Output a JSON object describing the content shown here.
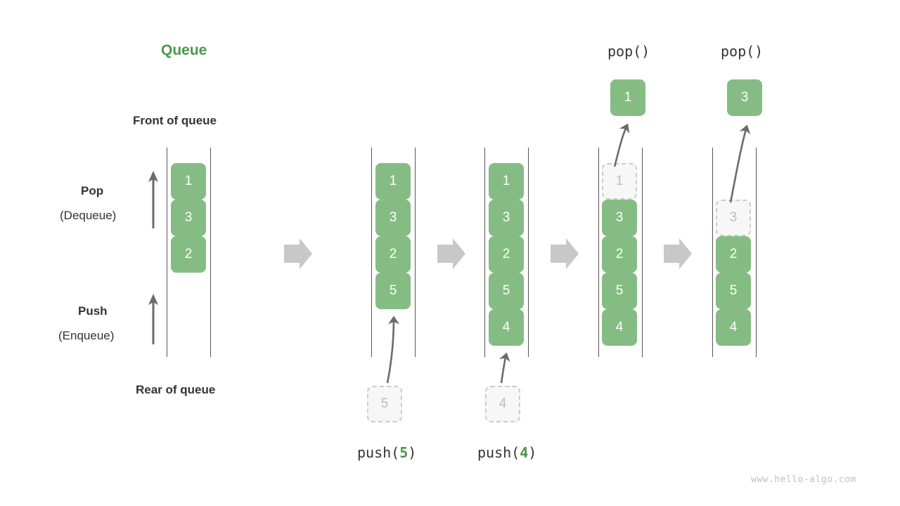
{
  "diagram": {
    "title": "Queue",
    "watermark": "www.hello-algo.com",
    "legend": {
      "front_label": "Front of queue",
      "rear_label": "Rear of queue",
      "pop_label": "Pop",
      "pop_sub_label": "(Dequeue)",
      "push_label": "Push",
      "push_sub_label": "(Enqueue)"
    },
    "colors": {
      "node_green": "#85bc84",
      "title_green": "#4a9949",
      "ghost_fill": "#f7f7f7",
      "ghost_border": "#cccccc",
      "ghost_text": "#bdbdbd",
      "rail": "#555555",
      "flow_arrow": "#c8c8c8",
      "op_arrow": "#6b6b6b",
      "text": "#333333",
      "watermark": "#c0c0c0"
    },
    "operations": {
      "push5": "push(",
      "push5_value": "5",
      "push5_close": ")",
      "push4": "push(",
      "push4_value": "4",
      "push4_close": ")",
      "pop1_label": "pop()",
      "pop2_label": "pop()"
    },
    "steps": [
      {
        "name": "initial",
        "nodes": [
          "1",
          "3",
          "2"
        ],
        "ghost_index": null,
        "pending": null,
        "popped": null,
        "caption": null
      },
      {
        "name": "after-push-5",
        "nodes": [
          "1",
          "3",
          "2",
          "5"
        ],
        "ghost_index": null,
        "pending": "5",
        "popped": null,
        "caption": "push(5)"
      },
      {
        "name": "after-push-4",
        "nodes": [
          "1",
          "3",
          "2",
          "5",
          "4"
        ],
        "ghost_index": null,
        "pending": "4",
        "popped": null,
        "caption": "push(4)"
      },
      {
        "name": "after-pop-1",
        "nodes": [
          "1",
          "3",
          "2",
          "5",
          "4"
        ],
        "ghost_index": 0,
        "pending": null,
        "popped": "1",
        "caption": "pop()"
      },
      {
        "name": "after-pop-3",
        "nodes": [
          "3",
          "2",
          "5",
          "4"
        ],
        "ghost_index": 0,
        "pending": null,
        "popped": "3",
        "caption": "pop()"
      }
    ]
  }
}
